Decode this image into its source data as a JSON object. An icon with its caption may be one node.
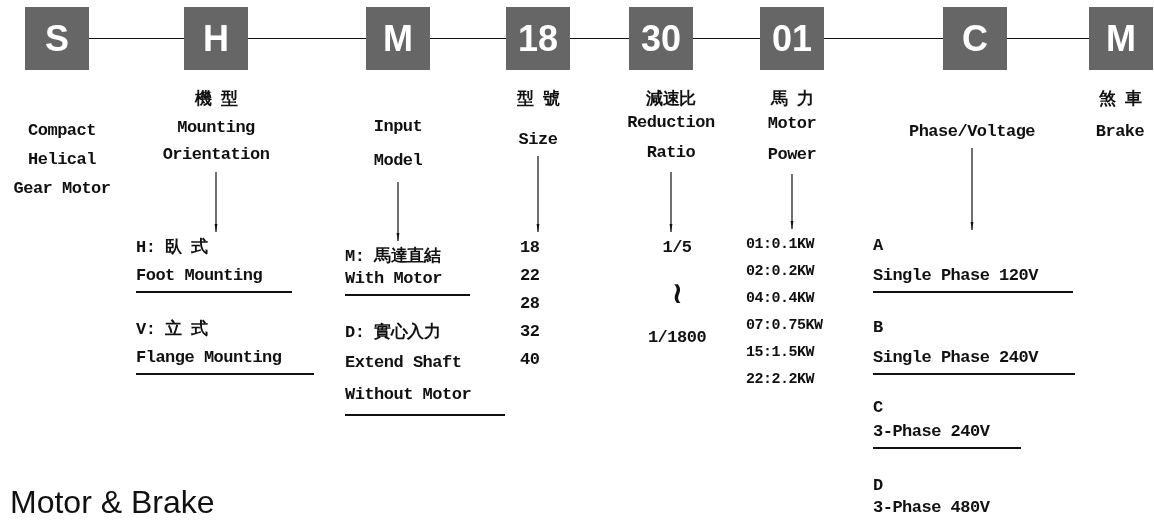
{
  "diagram": {
    "nodes": [
      {
        "text": [
          "S"
        ]
      },
      {
        "text": [
          "H"
        ]
      },
      {
        "text": [
          "M"
        ]
      },
      {
        "text": [
          "18"
        ]
      },
      {
        "text": [
          "30"
        ]
      },
      {
        "text": [
          "01"
        ]
      },
      {
        "text": [
          "C"
        ]
      },
      {
        "text": [
          "M"
        ]
      },
      {
        "text": [
          "機 型",
          "Mounting Orientation"
        ]
      },
      {
        "text": [
          "Input Model"
        ]
      },
      {
        "text": [
          "型 號",
          "Size"
        ]
      },
      {
        "text": [
          "減速比",
          "Reduction Ratio"
        ]
      },
      {
        "text": [
          "馬 力",
          "Motor Power"
        ]
      },
      {
        "text": [
          "Phase/Voltage"
        ]
      },
      {
        "text": [
          "H: 臥 式",
          "Foot Mounting",
          "V: 立 式",
          "Flange Mounting"
        ]
      },
      {
        "text": [
          "M: 馬達直結",
          "With Motor",
          "D: 實心入力",
          "Extend Shaft Without Motor"
        ]
      },
      {
        "text": [
          "18",
          "22",
          "28",
          "32",
          "40"
        ]
      },
      {
        "text": [
          "1/5",
          "≀",
          "1/1800"
        ]
      },
      {
        "text": [
          "01:0.1KW",
          "02:0.2KW",
          "04:0.4KW",
          "07:0.75KW",
          "15:1.5KW",
          "22:2.2KW"
        ]
      },
      {
        "text": [
          "A",
          "Single Phase 120V",
          "B",
          "Single Phase 240V",
          "C",
          "3-Phase 240V",
          "D",
          "3-Phase 480V"
        ]
      }
    ],
    "edges": [
      {
        "from": 0,
        "to": 1,
        "arrow": "none"
      },
      {
        "from": 1,
        "to": 2,
        "arrow": "none"
      },
      {
        "from": 2,
        "to": 3,
        "arrow": "none"
      },
      {
        "from": 3,
        "to": 4,
        "arrow": "none"
      },
      {
        "from": 4,
        "to": 5,
        "arrow": "none"
      },
      {
        "from": 5,
        "to": 6,
        "arrow": "none"
      },
      {
        "from": 6,
        "to": 7,
        "arrow": "none"
      },
      {
        "from": 8,
        "to": 14,
        "arrow": "to"
      },
      {
        "from": 9,
        "to": 15,
        "arrow": "to"
      },
      {
        "from": 10,
        "to": 16,
        "arrow": "to"
      },
      {
        "from": 11,
        "to": 17,
        "arrow": "to"
      },
      {
        "from": 12,
        "to": 18,
        "arrow": "to"
      },
      {
        "from": 13,
        "to": 19,
        "arrow": "to"
      }
    ],
    "labels": [
      "Compact Helical Gear Motor",
      "煞 車",
      "Brake",
      "Motor & Brake"
    ]
  }
}
